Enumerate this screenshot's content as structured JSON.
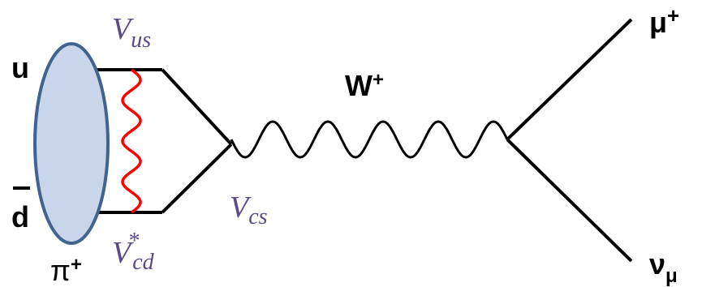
{
  "diagram": {
    "particles": {
      "u": "u",
      "dbar": "d",
      "pion": "π",
      "pion_charge": "+",
      "w_boson": "W",
      "w_charge": "+",
      "muon": "μ",
      "muon_charge": "+",
      "neutrino": "ν",
      "neutrino_sub": "μ"
    },
    "ckm": {
      "vus_main": "V",
      "vus_sub": "us",
      "vcs_main": "V",
      "vcs_sub": "cs",
      "vcd_main": "V",
      "vcd_sup": "*",
      "vcd_sub": "cd"
    },
    "colors": {
      "pion_fill": "#c9d6ea",
      "pion_stroke": "#41638f",
      "gluon": "#ff0000",
      "lines": "#000000",
      "ckm_text": "#5b4a86"
    }
  }
}
